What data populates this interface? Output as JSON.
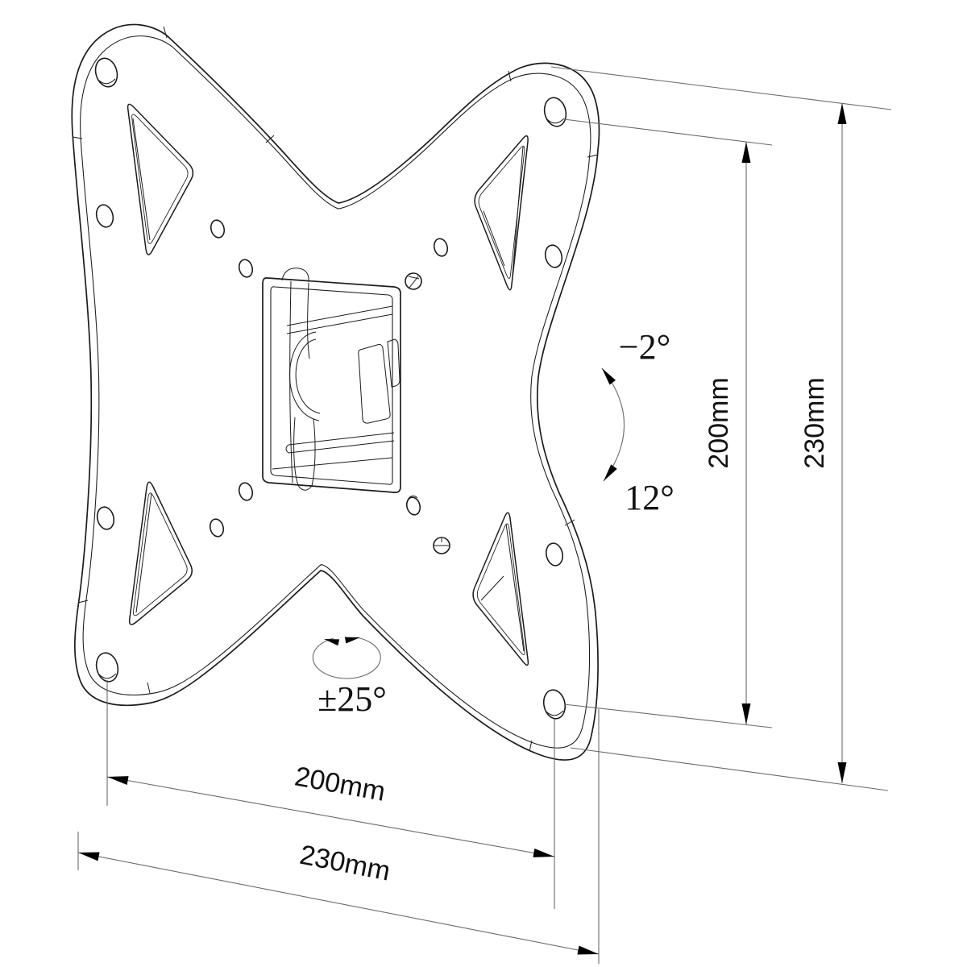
{
  "drawing": {
    "subject": "TV wall-mount bracket plate technical dimension drawing",
    "colors": {
      "background": "#ffffff",
      "line": "#1c1c1c",
      "dimension_line": "#6b6b6b",
      "text": "#111111"
    },
    "dimensions": {
      "horizontal_inner": "200mm",
      "horizontal_outer": "230mm",
      "vertical_inner": "200mm",
      "vertical_outer": "230mm"
    },
    "angles": {
      "tilt_up": "−2°",
      "tilt_down": "12°",
      "swivel": "±25°"
    }
  }
}
